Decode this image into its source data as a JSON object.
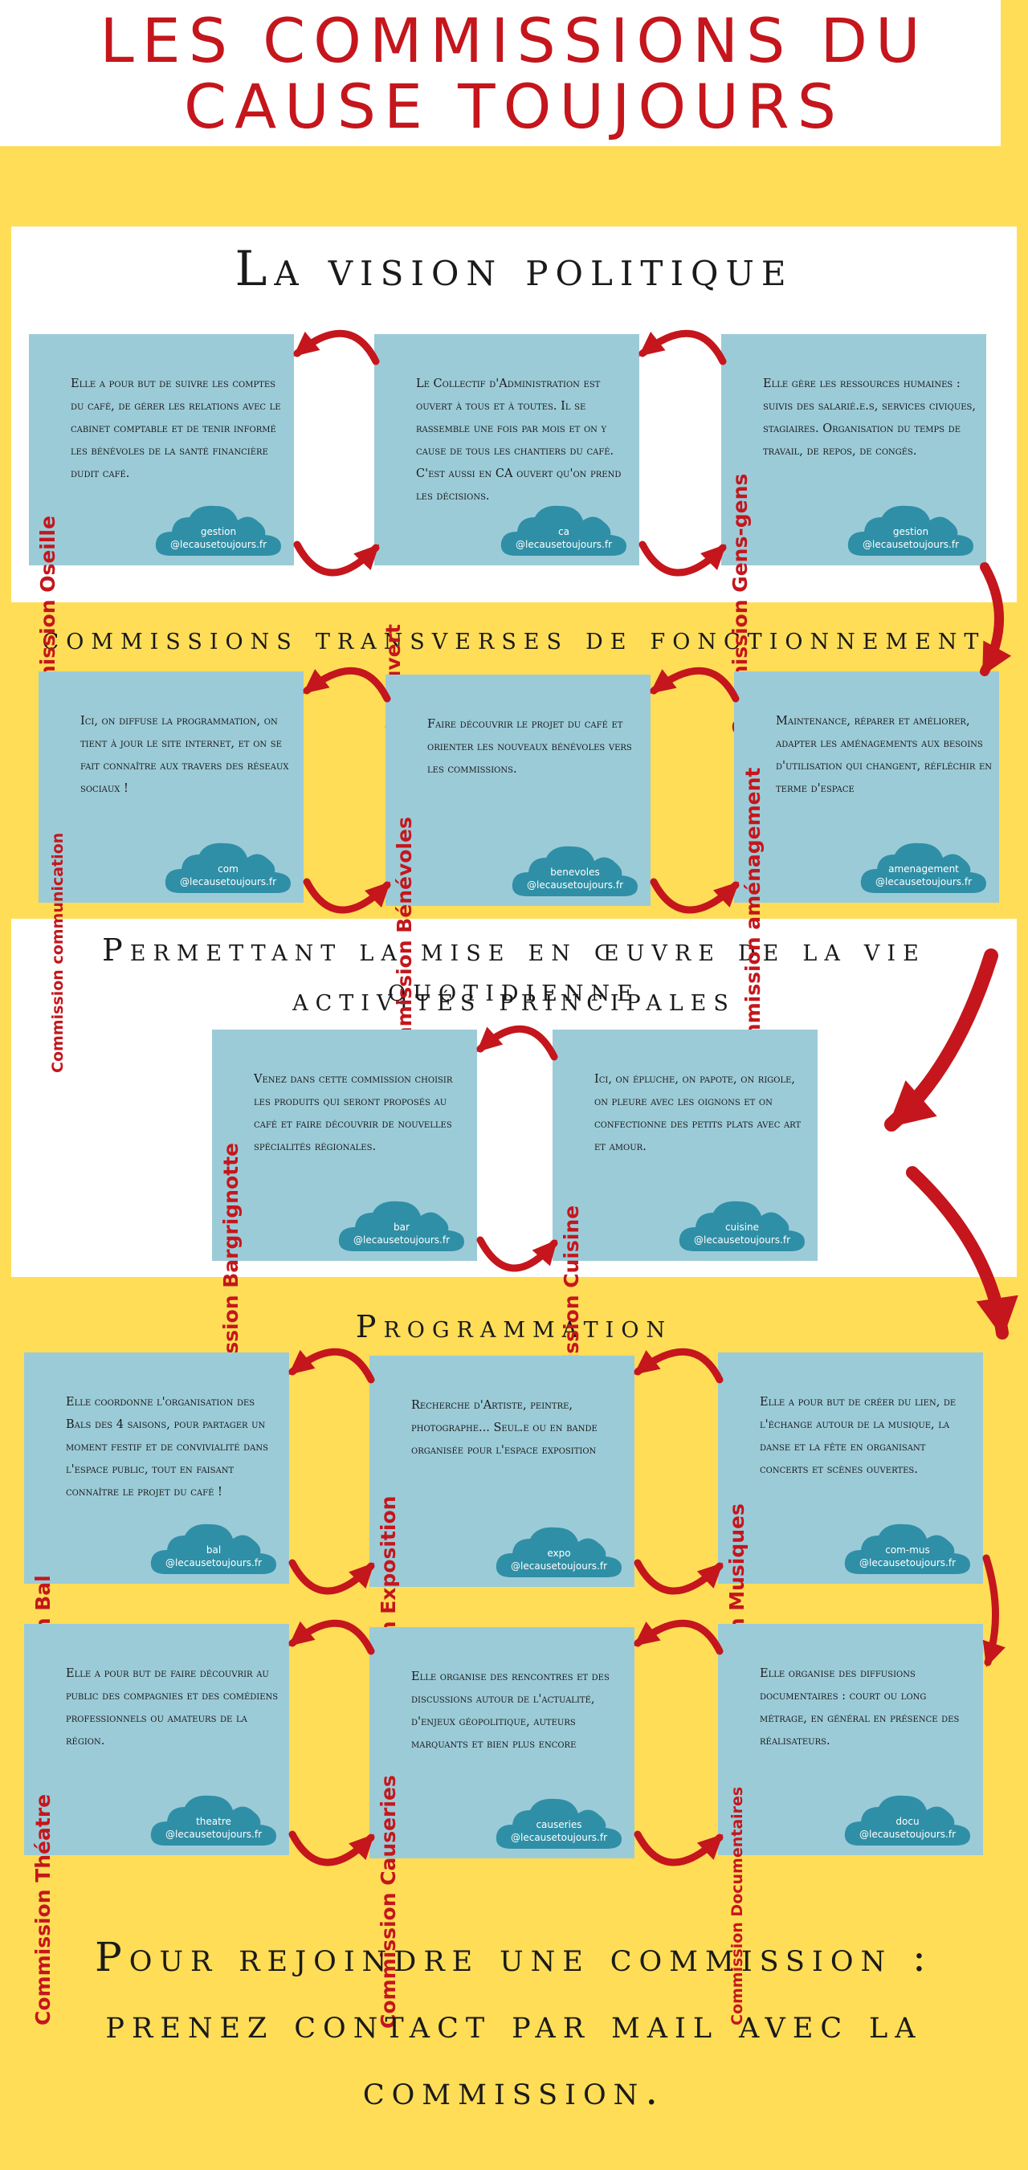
{
  "title": {
    "line1": "LES COMMISSIONS DU",
    "line2": "CAUSE TOUJOURS"
  },
  "sections": {
    "vision": "La vision politique",
    "transverses": "commissions transverses de fonctionnement",
    "quotidienne": "Permettant la mise en œuvre de la vie quotidienne",
    "activites": "activités principales",
    "programmation": "Programmation"
  },
  "cards": [
    {
      "label": "Commission Oseille",
      "text": "Elle a pour but de suivre les comptes du café, de gérer les relations avec le cabinet comptable et de tenir informé les bénévoles de la santé financière dudit café.",
      "cloud1": "gestion",
      "cloud2": "@lecausetoujours.fr"
    },
    {
      "label": "CA ouvert",
      "text": "Le Collectif d'Administration est ouvert à tous et à toutes. Il se rassemble une fois par mois et on y cause de tous les chantiers du café. C'est aussi en CA ouvert qu'on prend les décisions.",
      "cloud1": "ca",
      "cloud2": "@lecausetoujours.fr"
    },
    {
      "label": "Commission Gens-gens",
      "text": "Elle gère les ressources humaines : suivis des salarié.e.s, services civiques, stagiaires. Organisation du temps de travail, de repos, de congés.",
      "cloud1": "gestion",
      "cloud2": "@lecausetoujours.fr"
    },
    {
      "label": "Commission communication",
      "text": "Ici, on diffuse la programmation, on tient à jour le site internet, et on se fait connaître aux travers des réseaux sociaux !",
      "cloud1": "com",
      "cloud2": "@lecausetoujours.fr"
    },
    {
      "label": "Commission Bénévoles",
      "text": "Faire découvrir le projet du café et orienter les nouveaux bénévoles vers les commissions.",
      "cloud1": "benevoles",
      "cloud2": "@lecausetoujours.fr"
    },
    {
      "label": "Commission aménagement",
      "text": "Maintenance, réparer et améliorer, adapter les aménagements aux besoins d'utilisation qui changent, réfléchir en terme d'espace",
      "cloud1": "amenagement",
      "cloud2": "@lecausetoujours.fr"
    },
    {
      "label": "Commission Bargrignotte",
      "text": "Venez dans cette commission choisir les produits qui seront proposés au café et faire découvrir de nouvelles spécialités régionales.",
      "cloud1": "bar",
      "cloud2": "@lecausetoujours.fr"
    },
    {
      "label": "Commission Cuisine",
      "text": "Ici, on épluche, on papote, on rigole, on pleure avec les oignons et on confectionne des petits plats avec art et amour.",
      "cloud1": "cuisine",
      "cloud2": "@lecausetoujours.fr"
    },
    {
      "label": "Commission Bal",
      "text": "Elle coordonne l'organisation des Bals des 4 saisons, pour partager un moment festif et de convivialité dans l'espace public, tout en faisant connaître le projet du café !",
      "cloud1": "bal",
      "cloud2": "@lecausetoujours.fr"
    },
    {
      "label": "Commission Exposition",
      "text": "Recherche d'Artiste, peintre, photographe... Seul.e ou en bande organisée pour l'espace exposition",
      "cloud1": "expo",
      "cloud2": "@lecausetoujours.fr"
    },
    {
      "label": "Commission Musiques",
      "text": "Elle a pour but de créer du lien, de l'échange autour de la musique, la danse et la fête en organisant concerts et scènes ouvertes.",
      "cloud1": "com-mus",
      "cloud2": "@lecausetoujours.fr"
    },
    {
      "label": "Commission Théatre",
      "text": "Elle a pour but de faire découvrir au public des compagnies et des comédiens professionnels ou amateurs de la région.",
      "cloud1": "theatre",
      "cloud2": "@lecausetoujours.fr"
    },
    {
      "label": "Commission Causeries",
      "text": "Elle organise des rencontres et des discussions autour de l'actualité, d'enjeux géopolitique, auteurs marquants et bien plus encore",
      "cloud1": "causeries",
      "cloud2": "@lecausetoujours.fr"
    },
    {
      "label": "Commission Documentaires",
      "text": "Elle organise des diffusions documentaires : court ou long métrage, en général en présence des réalisateurs.",
      "cloud1": "docu",
      "cloud2": "@lecausetoujours.fr"
    }
  ],
  "footer": {
    "line1": "Pour rejoindre une commission :",
    "line2": "prenez contact par mail avec la",
    "line3": "commission."
  },
  "colors": {
    "background": "#ffdd57",
    "card": "#9ccbd8",
    "cloud": "#2f8fa6",
    "accent": "#c4161c"
  }
}
